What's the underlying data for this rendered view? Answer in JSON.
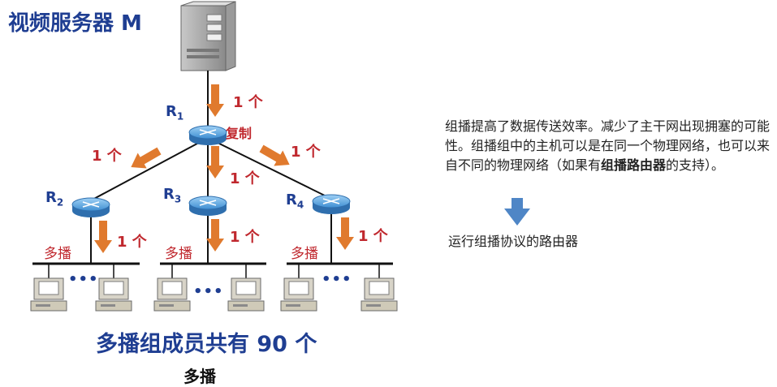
{
  "title": "视频服务器 M",
  "routers": [
    {
      "name": "R",
      "sub": "1"
    },
    {
      "name": "R",
      "sub": "2"
    },
    {
      "name": "R",
      "sub": "3"
    },
    {
      "name": "R",
      "sub": "4"
    }
  ],
  "copy_label": "复制",
  "one_copy": "1 个",
  "multicast_label": "多播",
  "ellipsis": "•••",
  "summary": "多播组成员共有 90 个",
  "caption": "多播",
  "description": {
    "part1": "组播提高了数据传送效率。减少了主干网出现拥塞的可能性。组播组中的主机可以是在同一个物理网络，也可以来自不同的物理网络（如果有",
    "bold": "组播路由器",
    "part2": "的支持）。"
  },
  "result_text": "运行组播协议的路由器",
  "colors": {
    "blue_text": "#1f3e92",
    "red_text": "#c0282e",
    "arrow": "#e07a2e",
    "router": "#4a90d0",
    "down_arrow": "#4f86c6"
  }
}
